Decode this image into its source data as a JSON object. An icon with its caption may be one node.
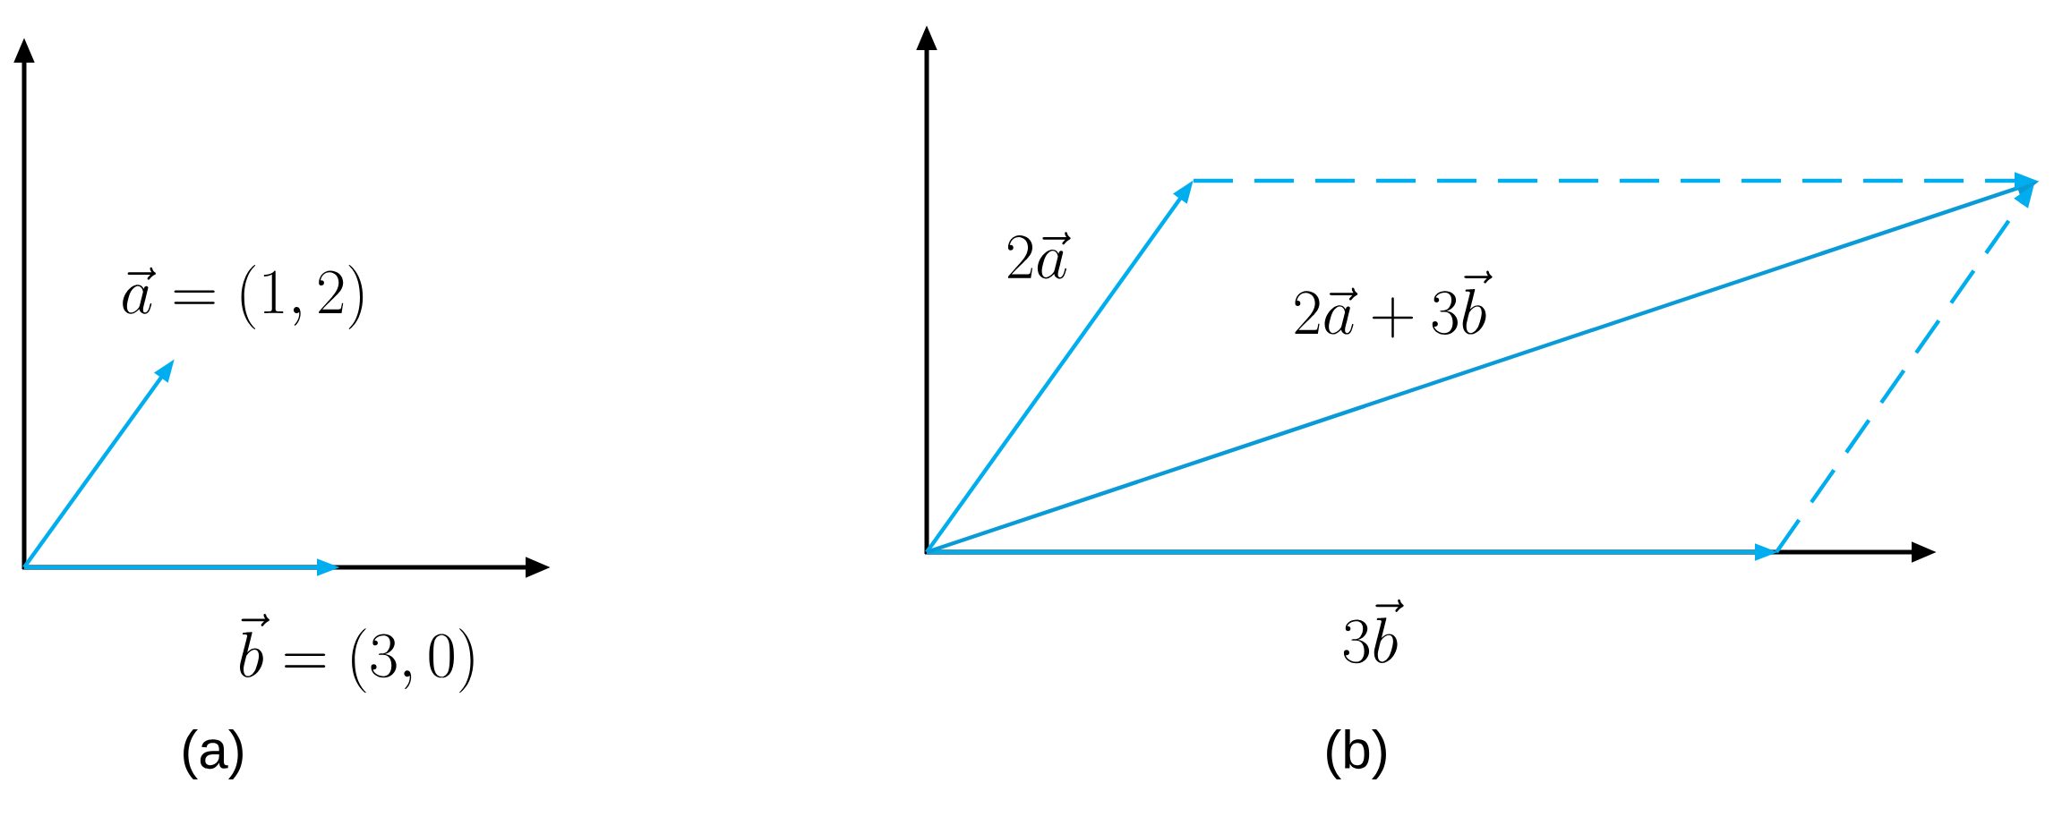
{
  "diagram": {
    "labels": [
      "\\vec{a}=\\left(1,2\\right)",
      "\\vec{b}=\\left(3,0\\right)",
      "(a)",
      "2\\vec{a}",
      "2\\vec{a}+3\\vec{b}",
      "3\\vec{b}",
      "(b)"
    ]
  }
}
